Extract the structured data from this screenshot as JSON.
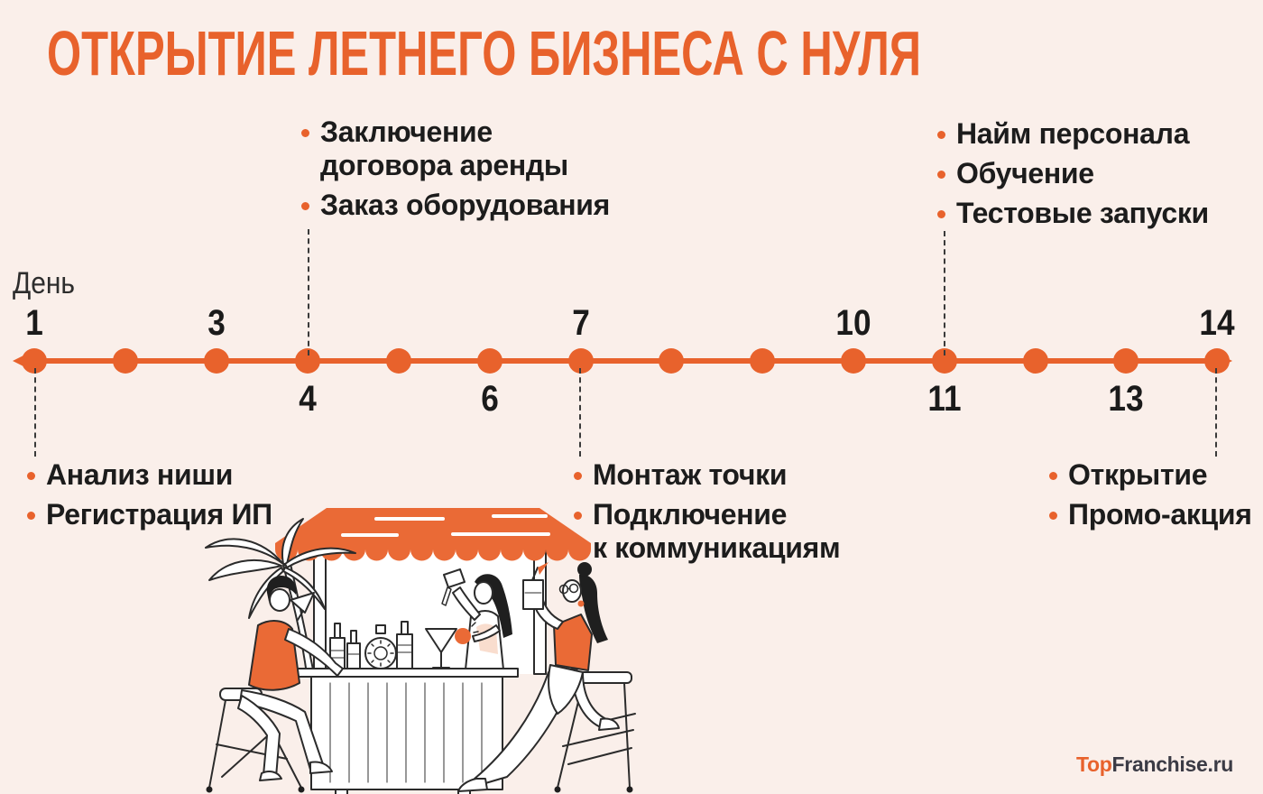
{
  "title": "ОТКРЫТИЕ ЛЕТНЕГО БИЗНЕСА С НУЛЯ",
  "colors": {
    "background": "#FAEFEA",
    "accent_orange": "#E8622C",
    "awning_orange": "#EA6A36",
    "text_black": "#1C1C1C",
    "dash_gray": "#3A3A3A"
  },
  "timeline": {
    "axis_label": "День",
    "days_total": 14,
    "day_labels": [
      {
        "day": "1",
        "position": "above"
      },
      {
        "day": "3",
        "position": "above"
      },
      {
        "day": "4",
        "position": "below"
      },
      {
        "day": "6",
        "position": "below"
      },
      {
        "day": "7",
        "position": "above"
      },
      {
        "day": "10",
        "position": "above"
      },
      {
        "day": "11",
        "position": "below"
      },
      {
        "day": "13",
        "position": "below"
      },
      {
        "day": "14",
        "position": "above"
      }
    ]
  },
  "milestones": [
    {
      "day": "4",
      "placement": "above",
      "tasks": [
        "Заключение договора аренды",
        "Заказ оборудования"
      ]
    },
    {
      "day": "11",
      "placement": "above",
      "tasks": [
        "Найм персонала",
        "Обучение",
        "Тестовые запуски"
      ]
    },
    {
      "day": "1",
      "placement": "below",
      "tasks": [
        "Анализ ниши",
        "Регистрация ИП"
      ]
    },
    {
      "day": "7",
      "placement": "below",
      "tasks": [
        "Монтаж точки",
        "Подключение к коммуникациям"
      ]
    },
    {
      "day": "14",
      "placement": "below",
      "tasks": [
        "Открытие",
        "Промо-акция"
      ]
    }
  ],
  "illustration": {
    "name": "beach-cocktail-bar-with-people"
  },
  "logo": {
    "text_accent": "Top",
    "text_main": "Franchise.ru"
  }
}
